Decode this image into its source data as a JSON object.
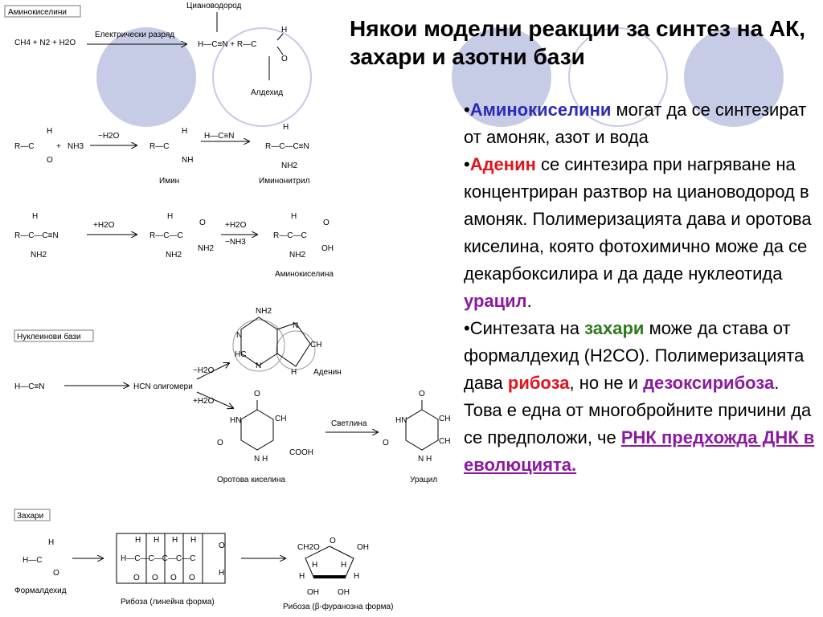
{
  "title": "Някои моделни реакции за синтез на АК, захари и азотни бази",
  "bullets": {
    "b1": {
      "kw": "Аминокиселини",
      "t1": " могат да се синтезират от амоняк, азот и вода"
    },
    "b2": {
      "kw": "Аденин",
      "t1": " се синтезира при нагряване на концентриран разтвор на циановодород в амоняк. Полимеризацията дава и оротова киселина, която фотохимично може да се декарбоксилира и да даде нуклеотида ",
      "kw2": "урацил",
      "t2": "."
    },
    "b3": {
      "t0": "Синтезата на ",
      "kw": "захари",
      "t1": " може да става от формалдехид (H2CO). Полимеризацията дава ",
      "kw2": "рибоза",
      "t2": ", но не и ",
      "kw3": "дезоксирибоза",
      "t3": ". Това е една от многобройните причини да се предположи, че ",
      "kw4": "РНК предхожда ДНК в еволюцията."
    }
  },
  "scheme": {
    "sec1": "Аминокиселини",
    "sec2": "Нуклеинови бази",
    "sec3": "Захари",
    "reactants": "CH4 + N2 + H2O",
    "discharge": "Електрически разряд",
    "hcn": "Циановодород",
    "aldehyde": "Алдехид",
    "imine": "Имин",
    "iminonitrile": "Иминонитрил",
    "aminoacid": "Аминокиселина",
    "hcn_oligo": "HCN олигомери",
    "adenine": "Аденин",
    "orotic": "Оротова киселина",
    "light": "Светлина",
    "uracil": "Урацил",
    "formaldehyde": "Формалдехид",
    "ribose_linear": "Рибоза (линейна форма)",
    "ribose_furan": "Рибоза (β-фуранозна форма)",
    "minus_h2o": "−H2O",
    "plus_h2o": "+H2O",
    "minus_nh3": "−NH3",
    "nh2": "NH2",
    "nh3": "NH3",
    "cooh": "COOH",
    "ch2o": "CH2O",
    "oh": "OH"
  },
  "colors": {
    "circle_fill": "#c6cbe6",
    "blue": "#2b2bb3",
    "red": "#e0141e",
    "purple": "#8b1aa0",
    "green": "#2c7a1c"
  }
}
